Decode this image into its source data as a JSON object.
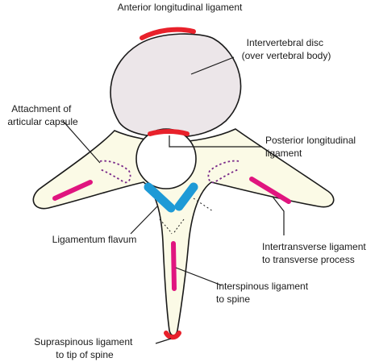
{
  "labels": {
    "anterior_longitudinal": [
      "Anterior longitudinal ligament"
    ],
    "intervertebral_disc": [
      "Intervertebral disc",
      "(over vertebral body)"
    ],
    "attachment_capsule": [
      "Attachment of",
      "articular capsule"
    ],
    "posterior_longitudinal": [
      "Posterior longitudinal",
      "ligament"
    ],
    "ligamentum_flavum": [
      "Ligamentum flavum"
    ],
    "intertransverse": [
      "Intertransverse ligament",
      "to transverse process"
    ],
    "interspinous": [
      "Interspinous ligament",
      "to spine"
    ],
    "supraspinous": [
      "Supraspinous ligament",
      "to tip of spine"
    ]
  },
  "colors": {
    "bone_fill": "#fbfae6",
    "disc_fill": "#ece6e9",
    "outline": "#1a1a1a",
    "longitudinal_ligament": "#e8212b",
    "pink_ligament": "#e0157f",
    "ligamentum_flavum": "#1e9ad6",
    "capsule_dotted": "#7a2a8a"
  }
}
